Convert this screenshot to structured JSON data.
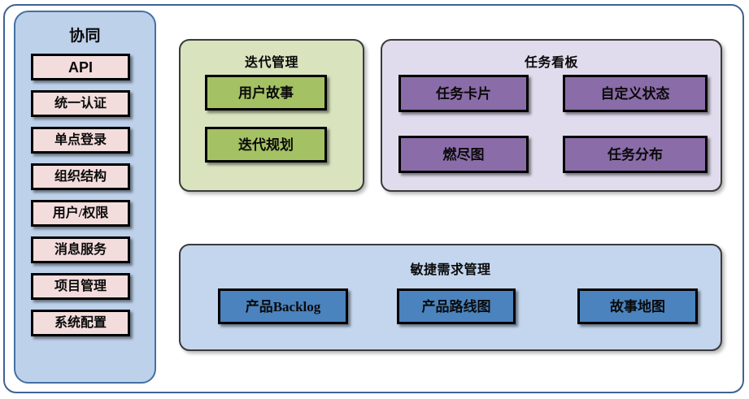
{
  "diagram": {
    "title_visible": false,
    "colors": {
      "frame_border": "#3f6294",
      "collab_panel_bg": "#bdd1ea",
      "collab_item_bg": "#f3dcdc",
      "iteration_panel_bg": "#d9e4bf",
      "iteration_item_bg": "#a4c164",
      "board_panel_bg": "#e1dced",
      "board_item_bg": "#8a6ca8",
      "agile_panel_bg": "#c3d6ee",
      "agile_item_bg": "#4a83bd",
      "item_border": "#000000"
    }
  },
  "collaboration": {
    "title": "协同",
    "items": [
      {
        "label": "API"
      },
      {
        "label": "统一认证"
      },
      {
        "label": "单点登录"
      },
      {
        "label": "组织结构"
      },
      {
        "label": "用户/权限"
      },
      {
        "label": "消息服务"
      },
      {
        "label": "项目管理"
      },
      {
        "label": "系统配置"
      }
    ]
  },
  "iteration_management": {
    "title": "迭代管理",
    "items": [
      {
        "label": "用户故事"
      },
      {
        "label": "迭代规划"
      }
    ]
  },
  "task_board": {
    "title": "任务看板",
    "items": [
      {
        "label": "任务卡片"
      },
      {
        "label": "自定义状态"
      },
      {
        "label": "燃尽图"
      },
      {
        "label": "任务分布"
      }
    ]
  },
  "agile_requirement_management": {
    "title": "敏捷需求管理",
    "items": [
      {
        "label": "产品Backlog"
      },
      {
        "label": "产品路线图"
      },
      {
        "label": "故事地图"
      }
    ]
  }
}
